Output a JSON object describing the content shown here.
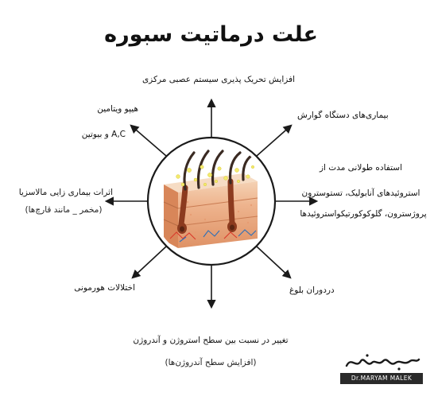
{
  "title": "علت درماتیت سبوره",
  "causes": {
    "top": "افزایش تحریک پذیری سیستم عصبی مرکزی",
    "top_right": "بیماری‌های دستگاه گوارش",
    "right_line1": "استفاده طولانی مدت از",
    "right_line2": "استروئیدهای آنابولیک، تستوسترون",
    "right_line3": "پروژسترون، گلوکوکورتیکواستروئیدها",
    "bottom_right": "دردوران بلوغ",
    "bottom_line1": "تغییر در نسبت بین سطح استروژن و آندروژن",
    "bottom_line2": "(افزایش سطح آندروژن‌ها)",
    "bottom_left": "اختلالات هورمونی",
    "left_line1": "اثرات بیماری زایی مالاسزیا",
    "left_line2": "(مخمر _ مانند قارچ‌ها)",
    "top_left_line1": "هیپو ویتامین",
    "top_left_line2": "A,C و بیوتین"
  },
  "logo": {
    "script": "مریم ملک",
    "caption": "Dr.MARYAM MALEK"
  },
  "colors": {
    "arrow": "#1a1a1a",
    "skin_top": "#f2c9a8",
    "skin_mid": "#e9a57d",
    "skin_deep": "#d98a5e",
    "hair": "#3a2a22",
    "follicle": "#8c3b1f",
    "sebum": "#f3ea6e",
    "vessel_red": "#d93a2b",
    "vessel_blue": "#2c6fb8"
  }
}
